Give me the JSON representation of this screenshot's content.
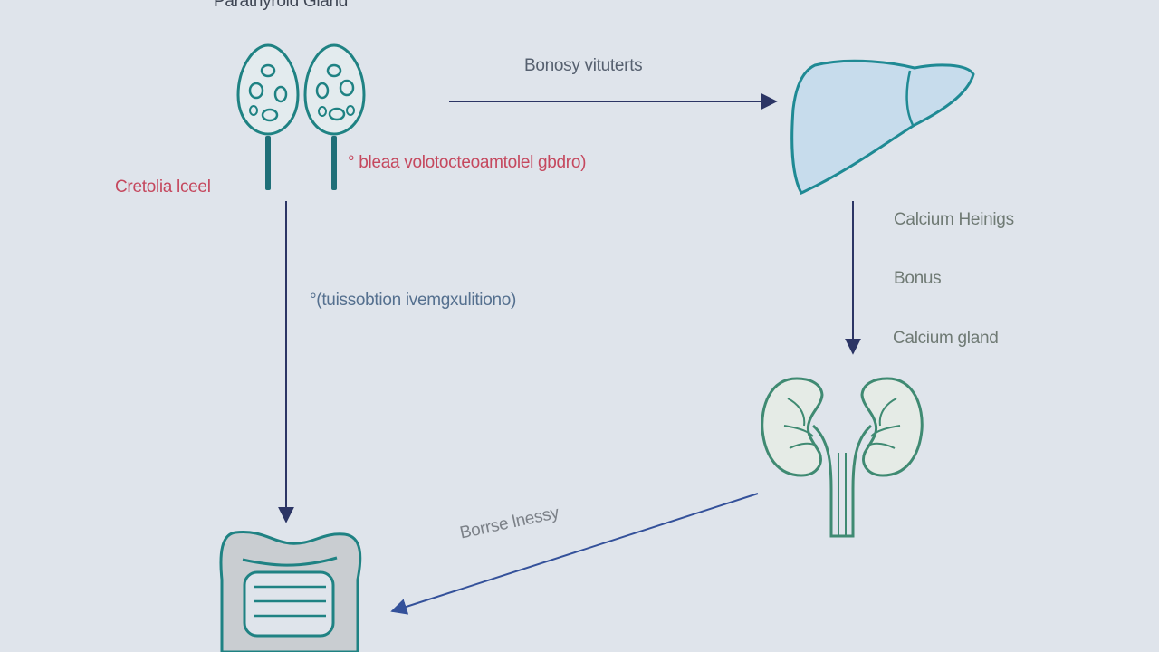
{
  "diagram": {
    "title": "Parathyroid Gland",
    "labels": {
      "top_arrow": "Bonosy vituterts",
      "mid_red": "° bleaa volotocteoamtolel gbdro)",
      "left_red": "Cretolia lceel",
      "left_blue": "°(tuissobtion ivemgxulitiono)",
      "right_1": "Calcium Heinigs",
      "right_2": "Bonus",
      "right_3": "Calcium gland",
      "diagonal": "Borrse lnessy"
    },
    "nodes": [
      {
        "id": "parathyroid",
        "icon": "parathyroid-gland-icon"
      },
      {
        "id": "liver",
        "icon": "liver-icon"
      },
      {
        "id": "kidneys",
        "icon": "kidneys-icon"
      },
      {
        "id": "intestine",
        "icon": "intestine-icon"
      }
    ],
    "colors": {
      "background": "#dfe4eb",
      "arrow": "#2c3565",
      "teal": "#1f8283",
      "green": "#3f8a72",
      "red_label": "#c5485e",
      "blue_label": "#55708f"
    }
  }
}
